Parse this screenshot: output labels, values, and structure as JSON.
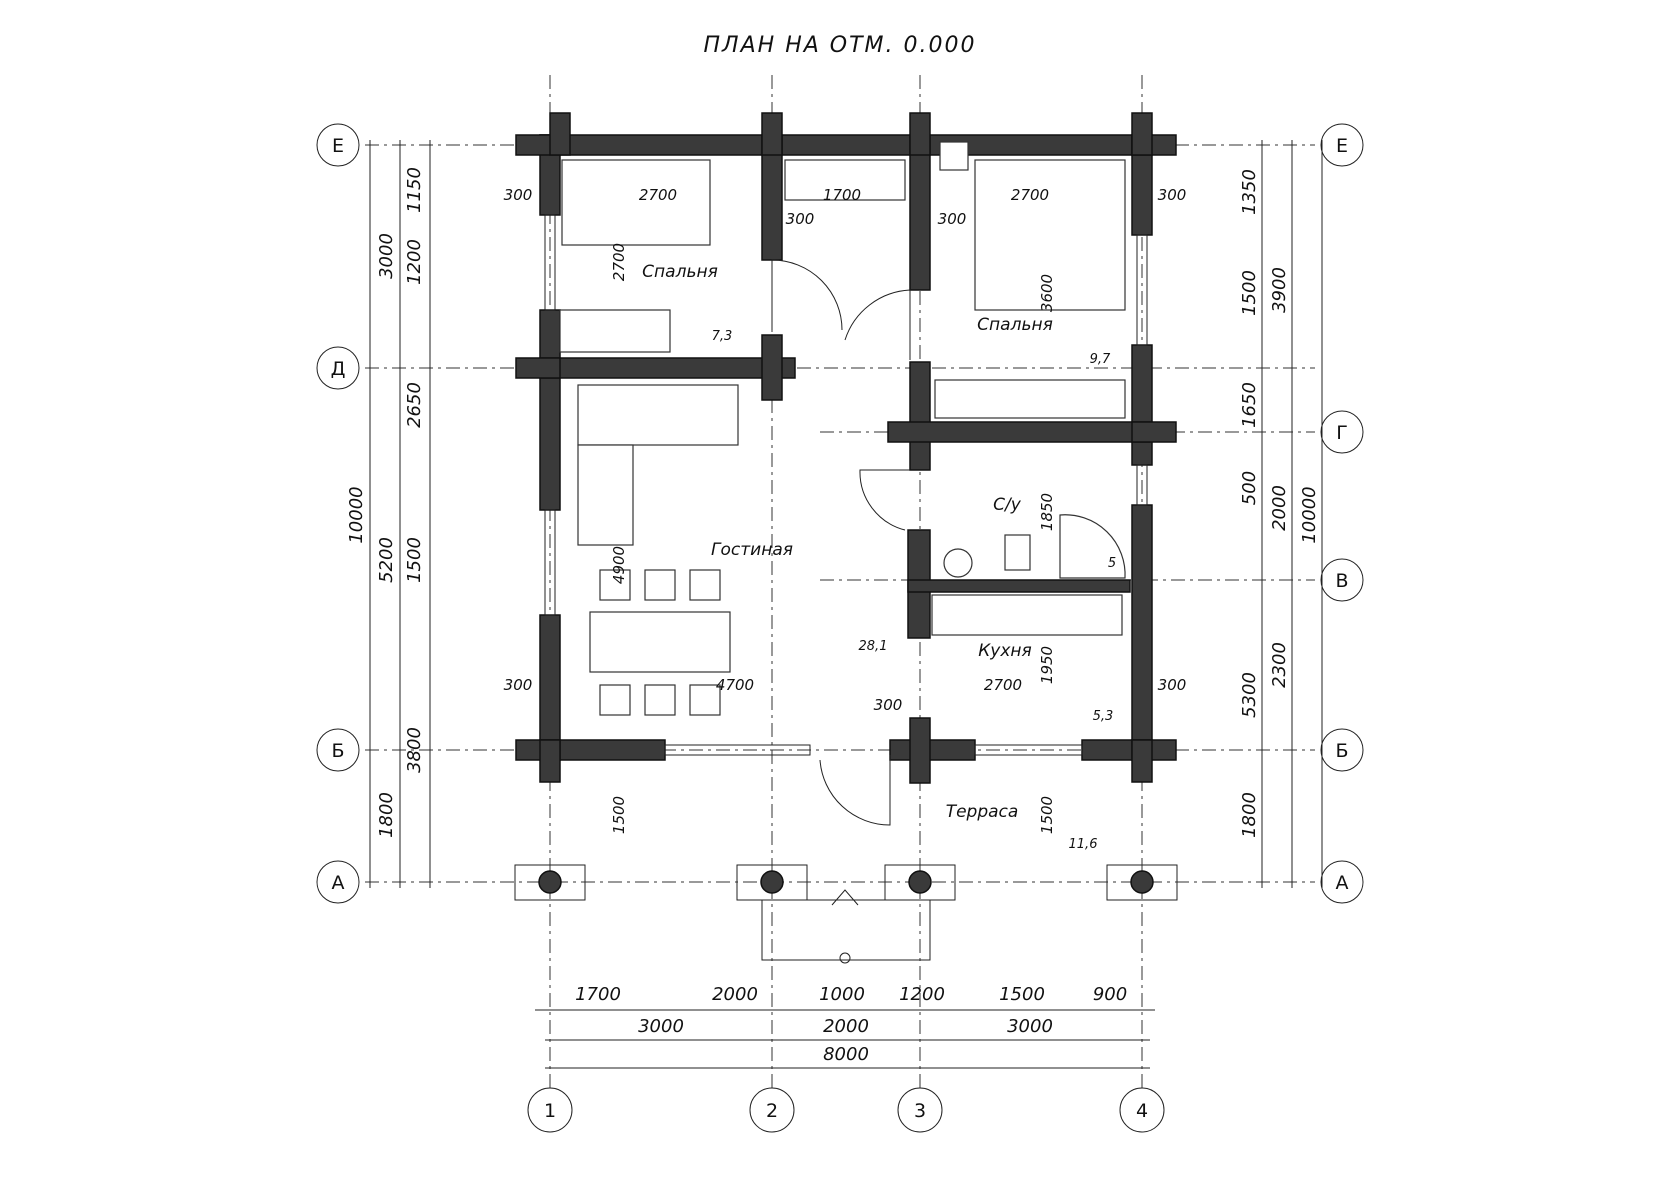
{
  "title": "ПЛАН НА ОТМ. 0.000",
  "rooms": {
    "bedroom_left": "Спальня",
    "bedroom_left_area": "7,3",
    "bedroom_right": "Спальня",
    "bedroom_right_area": "9,7",
    "living": "Гостиная",
    "living_area": "28,1",
    "bath": "С/у",
    "bath_area": "5",
    "kitchen": "Кухня",
    "kitchen_area": "5,3",
    "terrace": "Терраса",
    "terrace_area": "11,6"
  },
  "axes": {
    "rows": [
      "Е",
      "Д",
      "Г",
      "В",
      "Б",
      "А"
    ],
    "cols": [
      "1",
      "2",
      "3",
      "4"
    ]
  },
  "dims": {
    "bottom_row1": [
      "1700",
      "2000",
      "1000",
      "1200",
      "1500",
      "900"
    ],
    "bottom_row2": [
      "3000",
      "2000",
      "3000"
    ],
    "bottom_total": "8000",
    "left_inner": [
      "1150",
      "1200",
      "2650",
      "1500",
      "3800",
      "1800"
    ],
    "left_mid": [
      "3000",
      "5200"
    ],
    "left_total": "10000",
    "right_inner": [
      "1350",
      "1500",
      "1650",
      "500",
      "5300",
      "1800"
    ],
    "right_mid": [
      "3900",
      "2000",
      "2300"
    ],
    "right_total": "10000",
    "interior": {
      "w300": "300",
      "w2700": "2700",
      "w1700": "1700",
      "w3600": "3600",
      "w4900": "4900",
      "w4700": "4700",
      "w1850": "1850",
      "w1950": "1950",
      "w1500": "1500"
    }
  }
}
